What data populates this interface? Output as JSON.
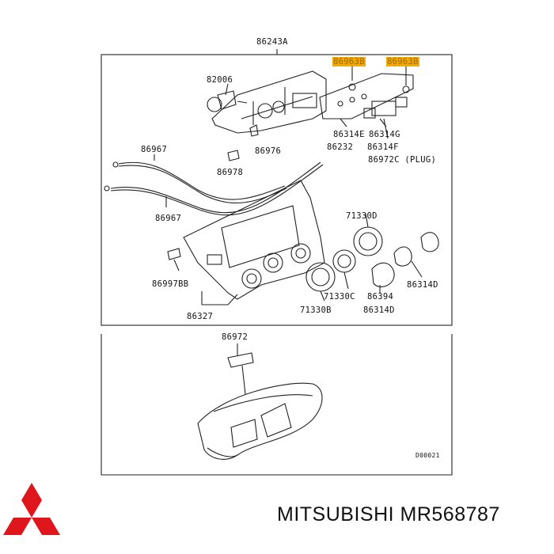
{
  "diagram": {
    "top_part_label": "86243A",
    "labels": {
      "p82006": "82006",
      "p86963b_left": "86963B",
      "p86963b_right": "86963B",
      "p86967_top": "86967",
      "p86976": "86976",
      "p86978": "86978",
      "p86967_bottom": "86967",
      "p86314e": "86314E",
      "p86314g": "86314G",
      "p86232": "86232",
      "p86314f": "86314F",
      "p86972c": "86972C (PLUG)",
      "p71330d": "71330D",
      "p86997bb": "86997BB",
      "p71330c": "71330C",
      "p86394": "86394",
      "p86314d_right": "86314D",
      "p71330b": "71330B",
      "p86314d_bottom": "86314D",
      "p86327": "86327",
      "p86972": "86972",
      "drawing_code": "D00021"
    },
    "highlight_color": "#f2a900"
  },
  "footer": {
    "brand_text": "MITSUBISHI MR568787",
    "logo_color": "#e0161d"
  }
}
